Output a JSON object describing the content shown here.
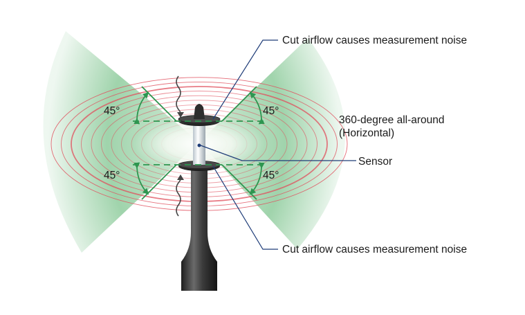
{
  "labels": {
    "top_callout": "Cut airflow causes measurement noise",
    "bottom_callout": "Cut airflow causes measurement noise",
    "sensor": "Sensor",
    "omni_line1": "360-degree all-around",
    "omni_line2": "(Horizontal)",
    "angle_top_left": "45°",
    "angle_top_right": "45°",
    "angle_bottom_left": "45°",
    "angle_bottom_right": "45°"
  },
  "colors": {
    "cone_green": "#8fcc9d",
    "ring_red": "#e0505e",
    "guide_green": "#2e9650",
    "leader_blue": "#1e3c78",
    "probe_dark": "#2a2a2a"
  }
}
